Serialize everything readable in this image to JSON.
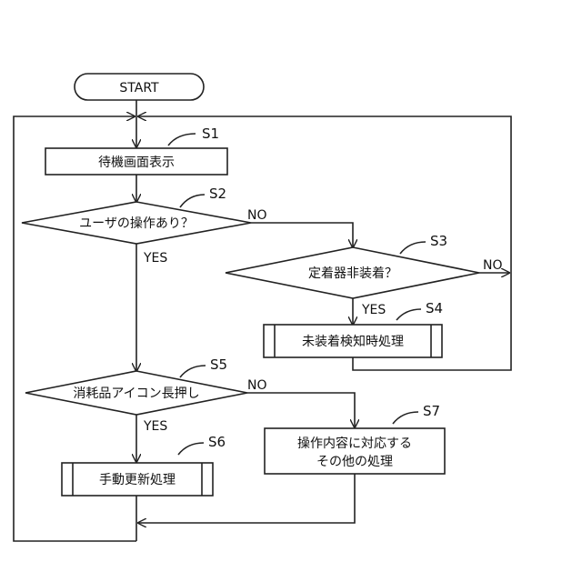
{
  "start": {
    "label": "START"
  },
  "steps": {
    "s1": {
      "id": "S1",
      "label": "待機画面表示"
    },
    "s2": {
      "id": "S2",
      "label": "ユーザの操作あり？"
    },
    "s3": {
      "id": "S3",
      "label": "定着器非装着？"
    },
    "s4": {
      "id": "S4",
      "label": "未装着検知時処理"
    },
    "s5": {
      "id": "S5",
      "label": "消耗品アイコン長押し"
    },
    "s6": {
      "id": "S6",
      "label": "手動更新処理"
    },
    "s7": {
      "id": "S7",
      "line1": "操作内容に対応する",
      "line2": "その他の処理"
    }
  },
  "branches": {
    "s2_no": "NO",
    "s2_yes": "YES",
    "s3_no": "NO",
    "s3_yes": "YES",
    "s5_no": "NO",
    "s5_yes": "YES"
  }
}
